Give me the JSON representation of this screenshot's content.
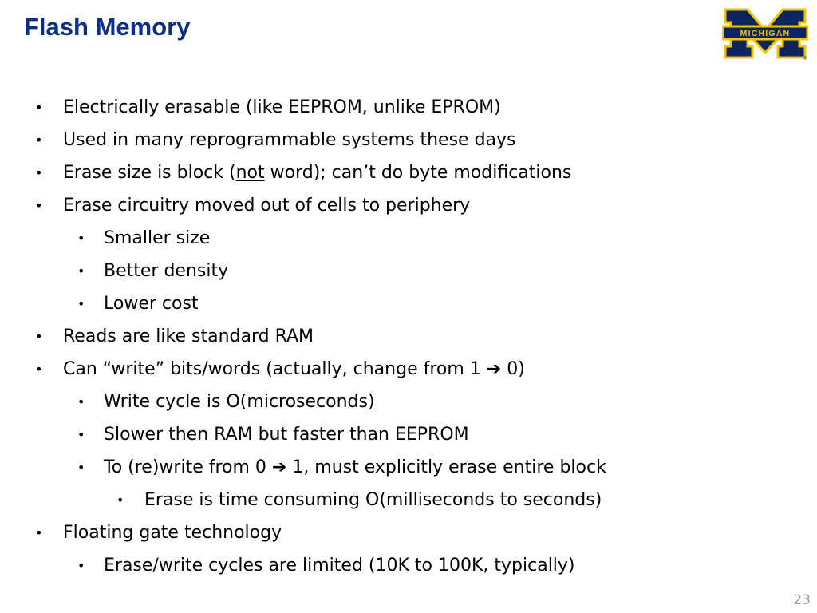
{
  "slide": {
    "title": "Flash Memory",
    "page_number": "23",
    "title_color": "#0a2f84"
  },
  "logo": {
    "text": "MICHIGAN",
    "registered_mark": "®",
    "colors": {
      "blue": "#0b2560",
      "maize": "#f2c200"
    }
  },
  "bullets": [
    {
      "level": 1,
      "segments": [
        "Electrically erasable (like EEPROM, unlike EPROM)"
      ]
    },
    {
      "level": 1,
      "segments": [
        "Used in many reprogrammable systems these days"
      ]
    },
    {
      "level": 1,
      "segments": [
        "Erase size is block (",
        "not",
        " word); can’t do byte modifications"
      ],
      "underline": 1
    },
    {
      "level": 1,
      "segments": [
        "Erase circuitry moved out of cells to periphery"
      ]
    },
    {
      "level": 2,
      "segments": [
        "Smaller size"
      ]
    },
    {
      "level": 2,
      "segments": [
        "Better density"
      ]
    },
    {
      "level": 2,
      "segments": [
        "Lower cost"
      ]
    },
    {
      "level": 1,
      "segments": [
        "Reads are like standard RAM"
      ]
    },
    {
      "level": 1,
      "segments": [
        "Can “write” bits/words (actually, change from 1 ➔ 0)"
      ]
    },
    {
      "level": 2,
      "segments": [
        "Write cycle is O(microseconds)"
      ]
    },
    {
      "level": 2,
      "segments": [
        "Slower then RAM but faster than EEPROM"
      ]
    },
    {
      "level": 2,
      "segments": [
        "To (re)write from 0 ➔ 1, must explicitly erase entire block"
      ]
    },
    {
      "level": 3,
      "segments": [
        "Erase is time consuming O(milliseconds to seconds)"
      ]
    },
    {
      "level": 1,
      "segments": [
        "Floating gate technology"
      ]
    },
    {
      "level": 2,
      "segments": [
        "Erase/write cycles are limited (10K to 100K, typically)"
      ]
    }
  ]
}
